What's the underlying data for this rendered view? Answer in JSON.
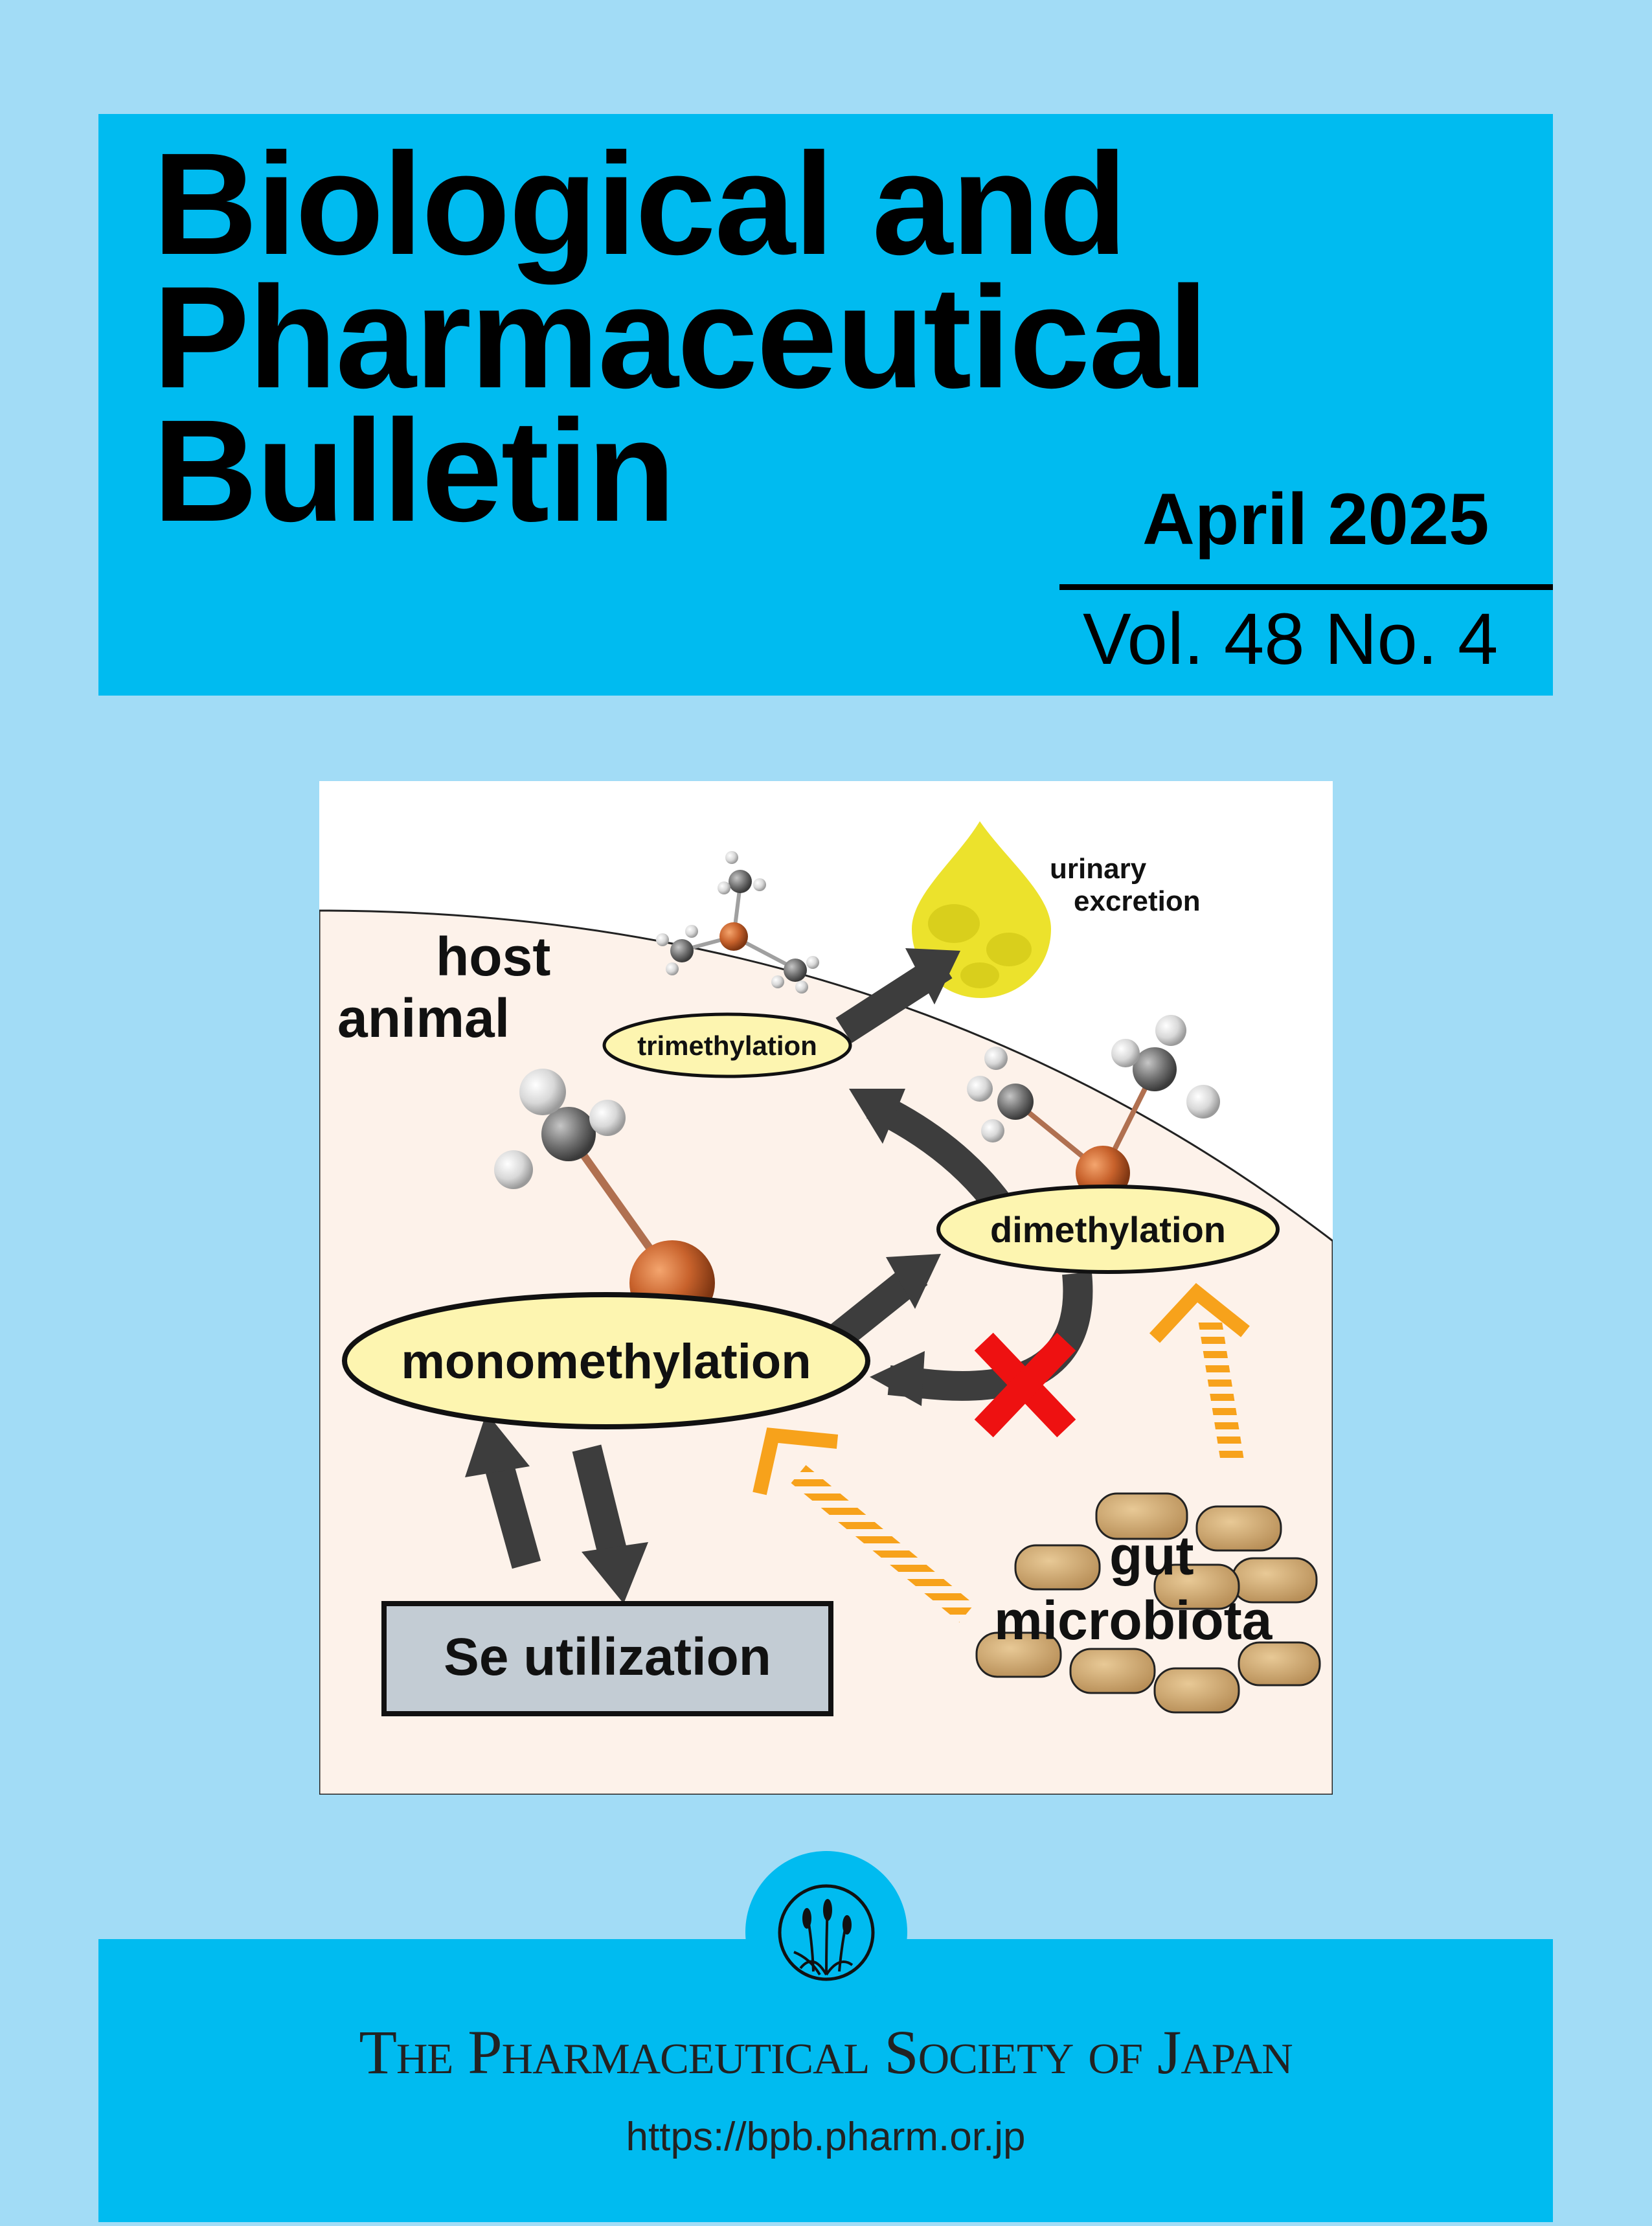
{
  "journal": {
    "title_lines": [
      "Biological and",
      "Pharmaceutical",
      "Bulletin"
    ],
    "issue_date": "April 2025",
    "volume": "Vol. 48 No. 4"
  },
  "figure": {
    "labels": {
      "urinary": "urinary",
      "excretion": "excretion",
      "host": "host",
      "animal": "animal",
      "trimethylation": "trimethylation",
      "dimethylation": "dimethylation",
      "monomethylation": "monomethylation",
      "se_utilization": "Se utilization",
      "gut": "gut",
      "microbiota": "microbiota"
    },
    "colors": {
      "host_region": "#fdf2ea",
      "ellipse_fill": "#fdf5b0",
      "arrow_dark": "#3d3d3d",
      "arrow_orange": "#f7a21b",
      "inhibit_red": "#ee1111",
      "selenium": "#c8622c",
      "urine": "#ece22c",
      "box_fill": "#c3ccd4"
    }
  },
  "footer": {
    "society": "The Pharmaceutical Society of Japan",
    "url": "https://bpb.pharm.or.jp"
  }
}
